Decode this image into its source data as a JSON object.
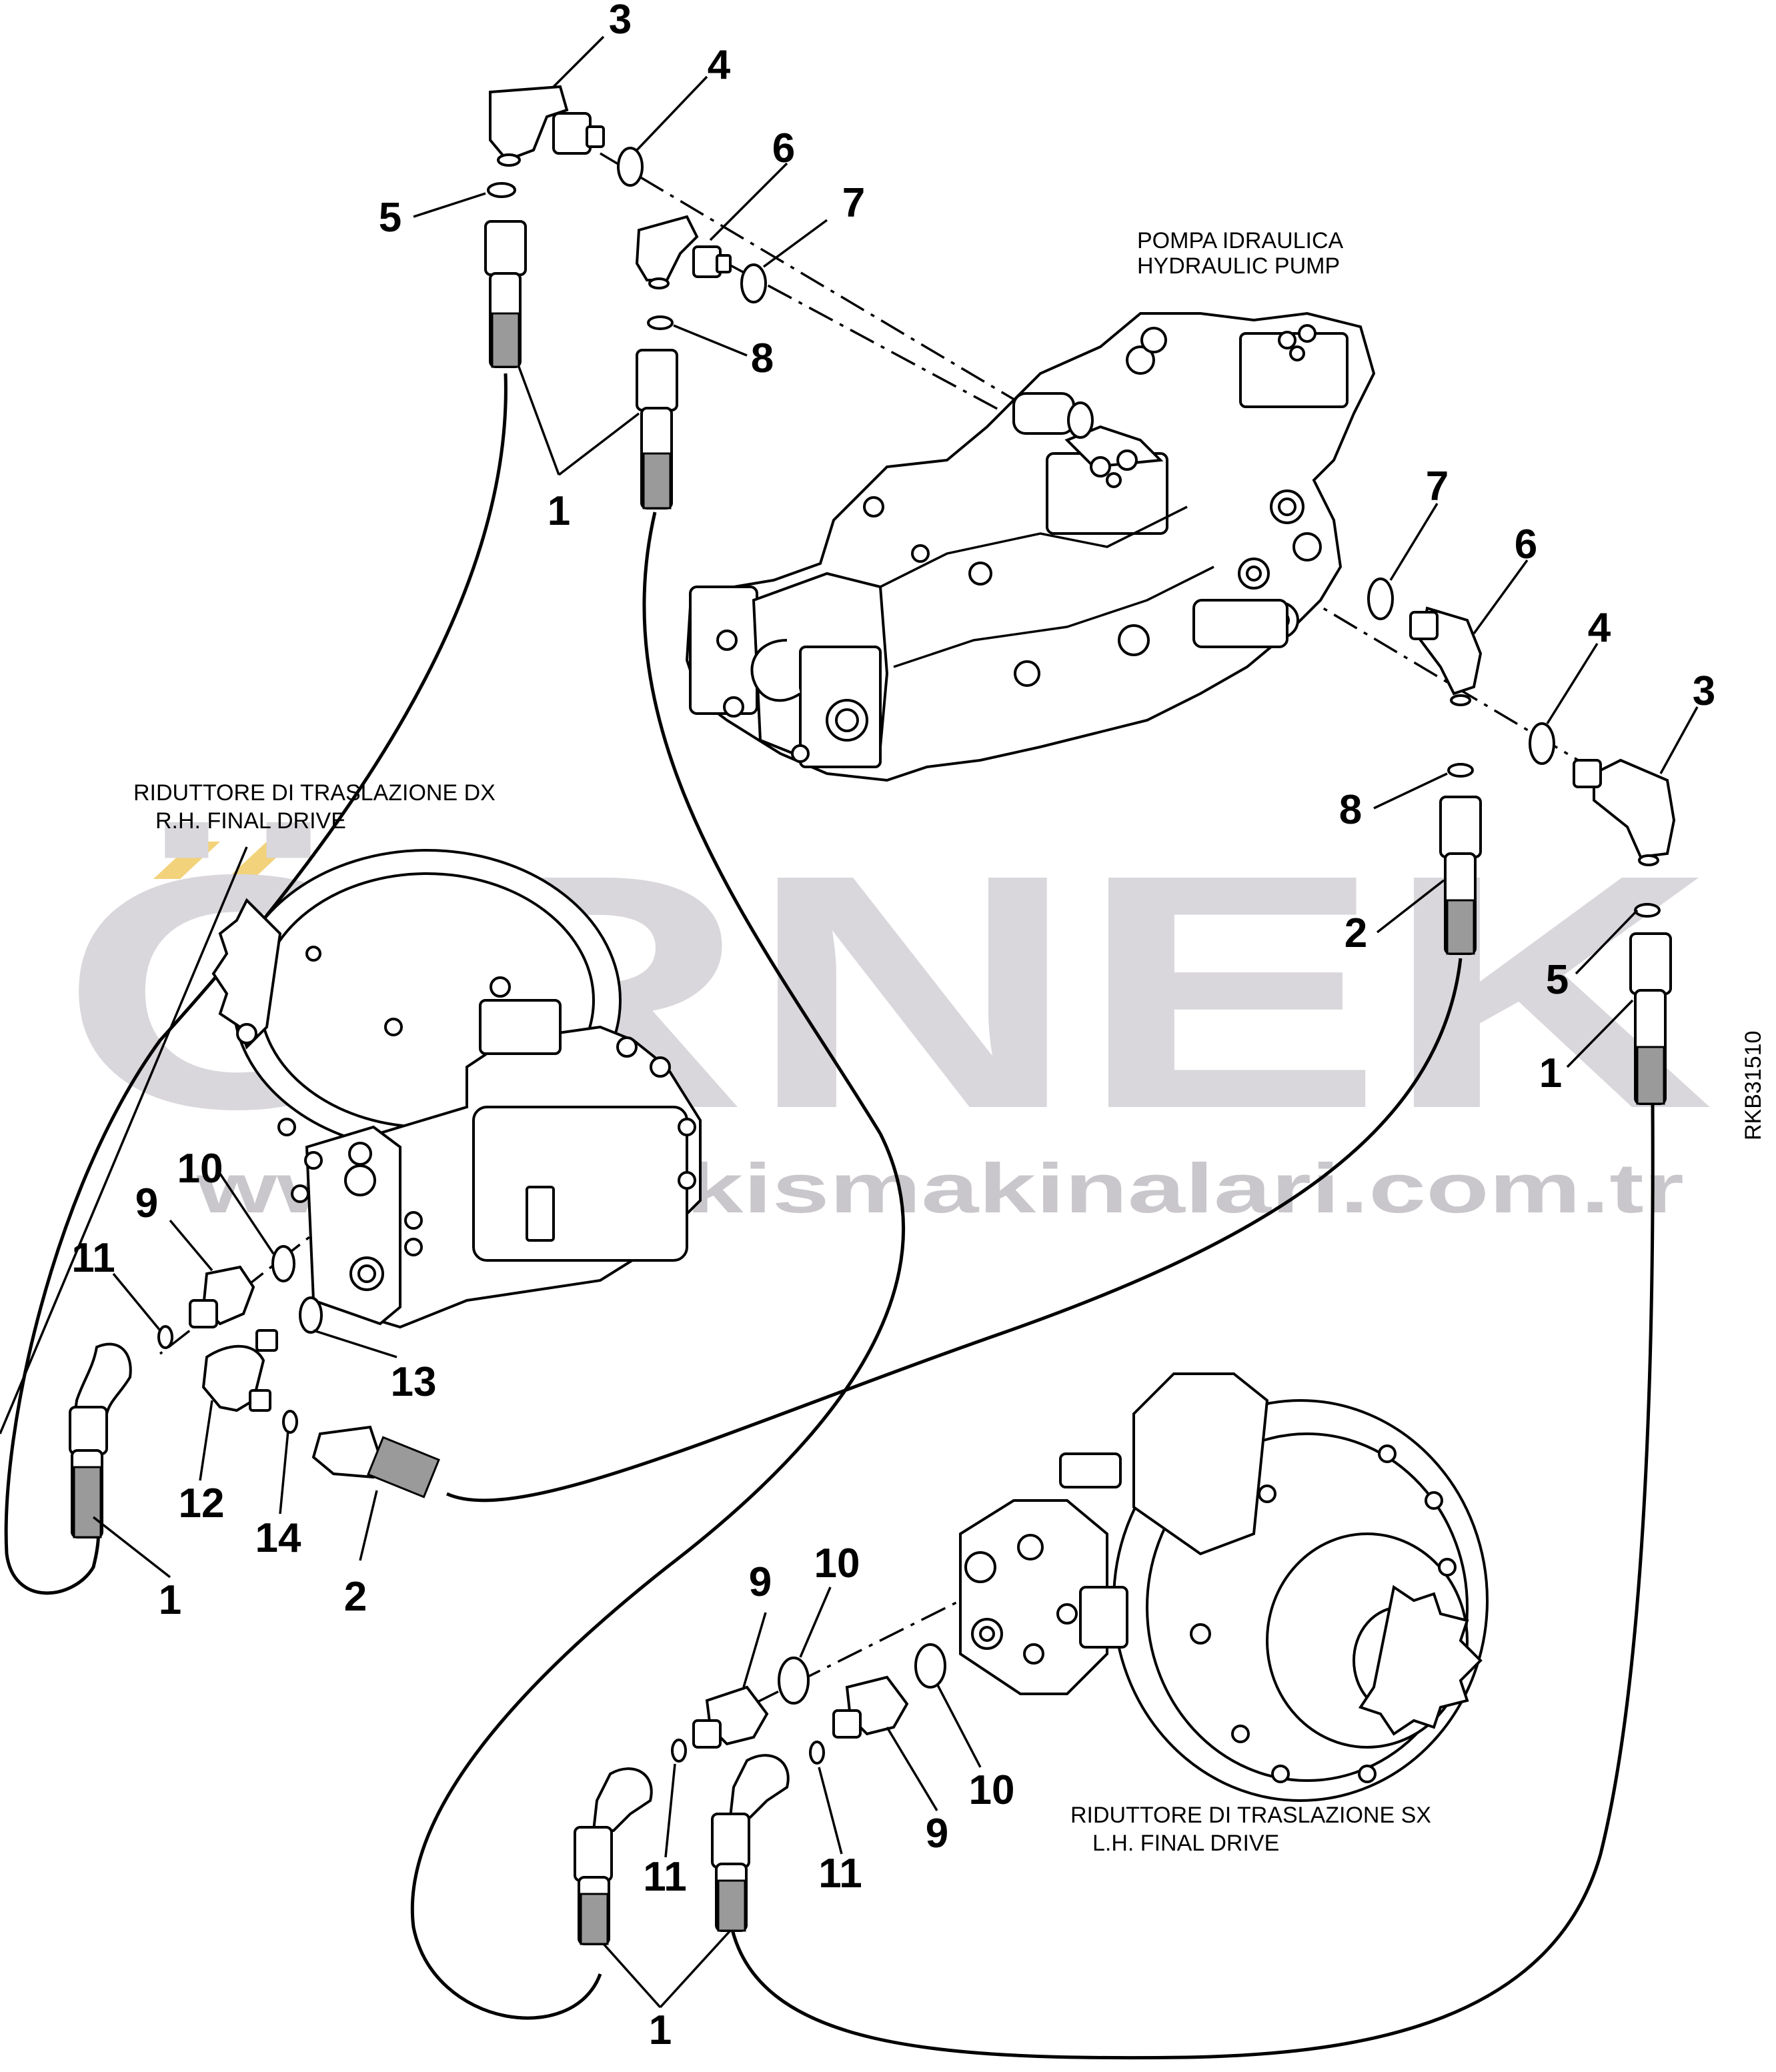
{
  "labels": {
    "pump_it": "POMPA IDRAULICA",
    "pump_en": "HYDRAULIC PUMP",
    "rh_it": "RIDUTTORE DI TRASLAZIONE DX",
    "rh_en": "R.H. FINAL DRIVE",
    "lh_it": "RIDUTTORE DI TRASLAZIONE SX",
    "lh_en": "L.H. FINAL DRIVE",
    "drawing_code": "RKB31510"
  },
  "watermark": {
    "brand": "ÖRNEK",
    "url": "www.ornekismakinalari.com.tr",
    "color": "#d9d7db",
    "accent": "#f2d27a"
  },
  "callouts": {
    "c3a": "3",
    "c4a": "4",
    "c5a": "5",
    "c6a": "6",
    "c7a": "7",
    "c8a": "8",
    "c1a": "1",
    "c7b": "7",
    "c6b": "6",
    "c4b": "4",
    "c3b": "3",
    "c8b": "8",
    "c2b": "2",
    "c5b": "5",
    "c1b": "1",
    "c10a": "10",
    "c9a": "9",
    "c11a": "11",
    "c13": "13",
    "c12": "12",
    "c14": "14",
    "c2a": "2",
    "c1c": "1",
    "c9b": "9",
    "c10b": "10",
    "c10c": "10",
    "c9c": "9",
    "c11b": "11",
    "c11c": "11",
    "c1d": "1"
  }
}
